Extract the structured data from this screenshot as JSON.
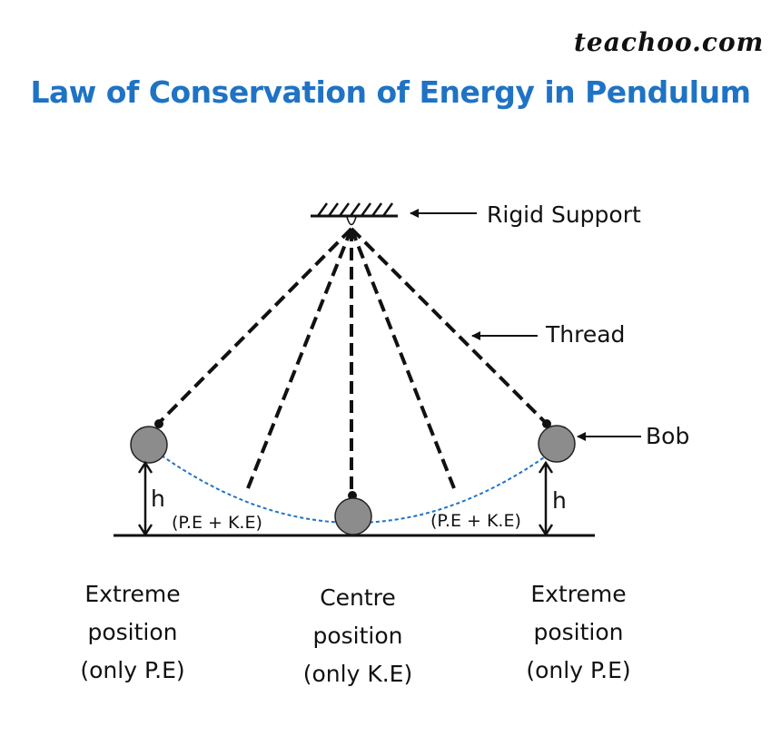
{
  "header": {
    "logo": "teachoo.com",
    "title": "Law of Conservation of Energy in Pendulum"
  },
  "diagram": {
    "labels": {
      "rigid_support": "Rigid Support",
      "thread": "Thread",
      "bob": "Bob",
      "height_left": "h",
      "height_right": "h",
      "energy_left": "(P.E + K.E)",
      "energy_right": "(P.E + K.E)"
    },
    "captions": {
      "left": [
        "Extreme",
        "position",
        "(only P.E)"
      ],
      "centre": [
        "Centre",
        "position",
        "(only K.E)"
      ],
      "right": [
        "Extreme",
        "position",
        "(only P.E)"
      ]
    },
    "colors": {
      "bob_fill": "#8c8c8c",
      "path_stroke": "#1f73c4",
      "title": "#1f73c4"
    }
  }
}
